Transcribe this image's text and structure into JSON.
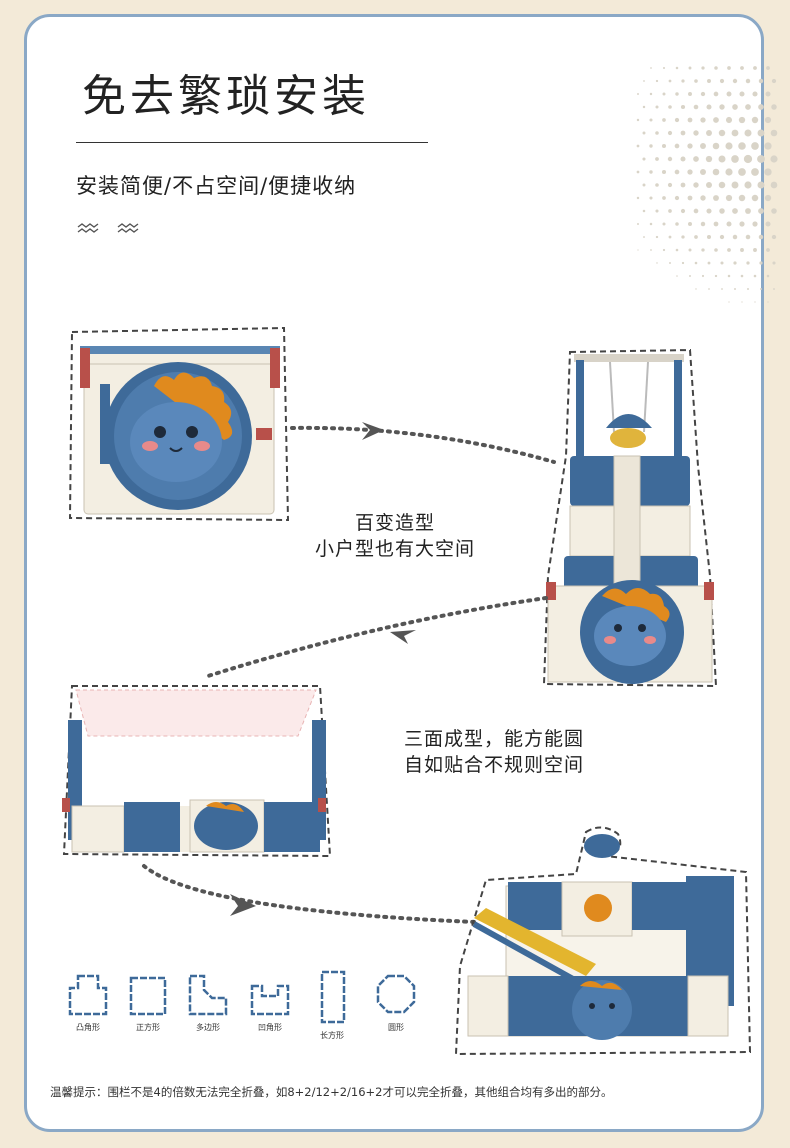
{
  "header": {
    "title": "免去繁琐安装",
    "subtitle": "安装简便/不占空间/便捷收纳"
  },
  "captions": {
    "variety_line1": "百变造型",
    "variety_line2": "小户型也有大空间",
    "shape_line1": "三面成型，能方能圆",
    "shape_line2": "自如贴合不规则空间"
  },
  "shapes": [
    {
      "label": "凸角形",
      "icon": "convex-shape-icon"
    },
    {
      "label": "正方形",
      "icon": "square-shape-icon"
    },
    {
      "label": "多边形",
      "icon": "polygon-shape-icon"
    },
    {
      "label": "凹角形",
      "icon": "concave-shape-icon"
    },
    {
      "label": "长方形",
      "icon": "rectangle-shape-icon"
    },
    {
      "label": "圆形",
      "icon": "circle-shape-icon"
    }
  ],
  "notice": "温馨提示：围栏不是4的倍数无法完全折叠，如8+2/12+2/16+2才可以完全折叠，其他组合均有多出的部分。",
  "colors": {
    "frame_border": "#8aa8c6",
    "panel_blue": "#3e6a99",
    "panel_cream": "#f3eee2",
    "accent_orange": "#e08a1e",
    "accent_red": "#b8504a",
    "dotted_arrow": "#555555"
  }
}
